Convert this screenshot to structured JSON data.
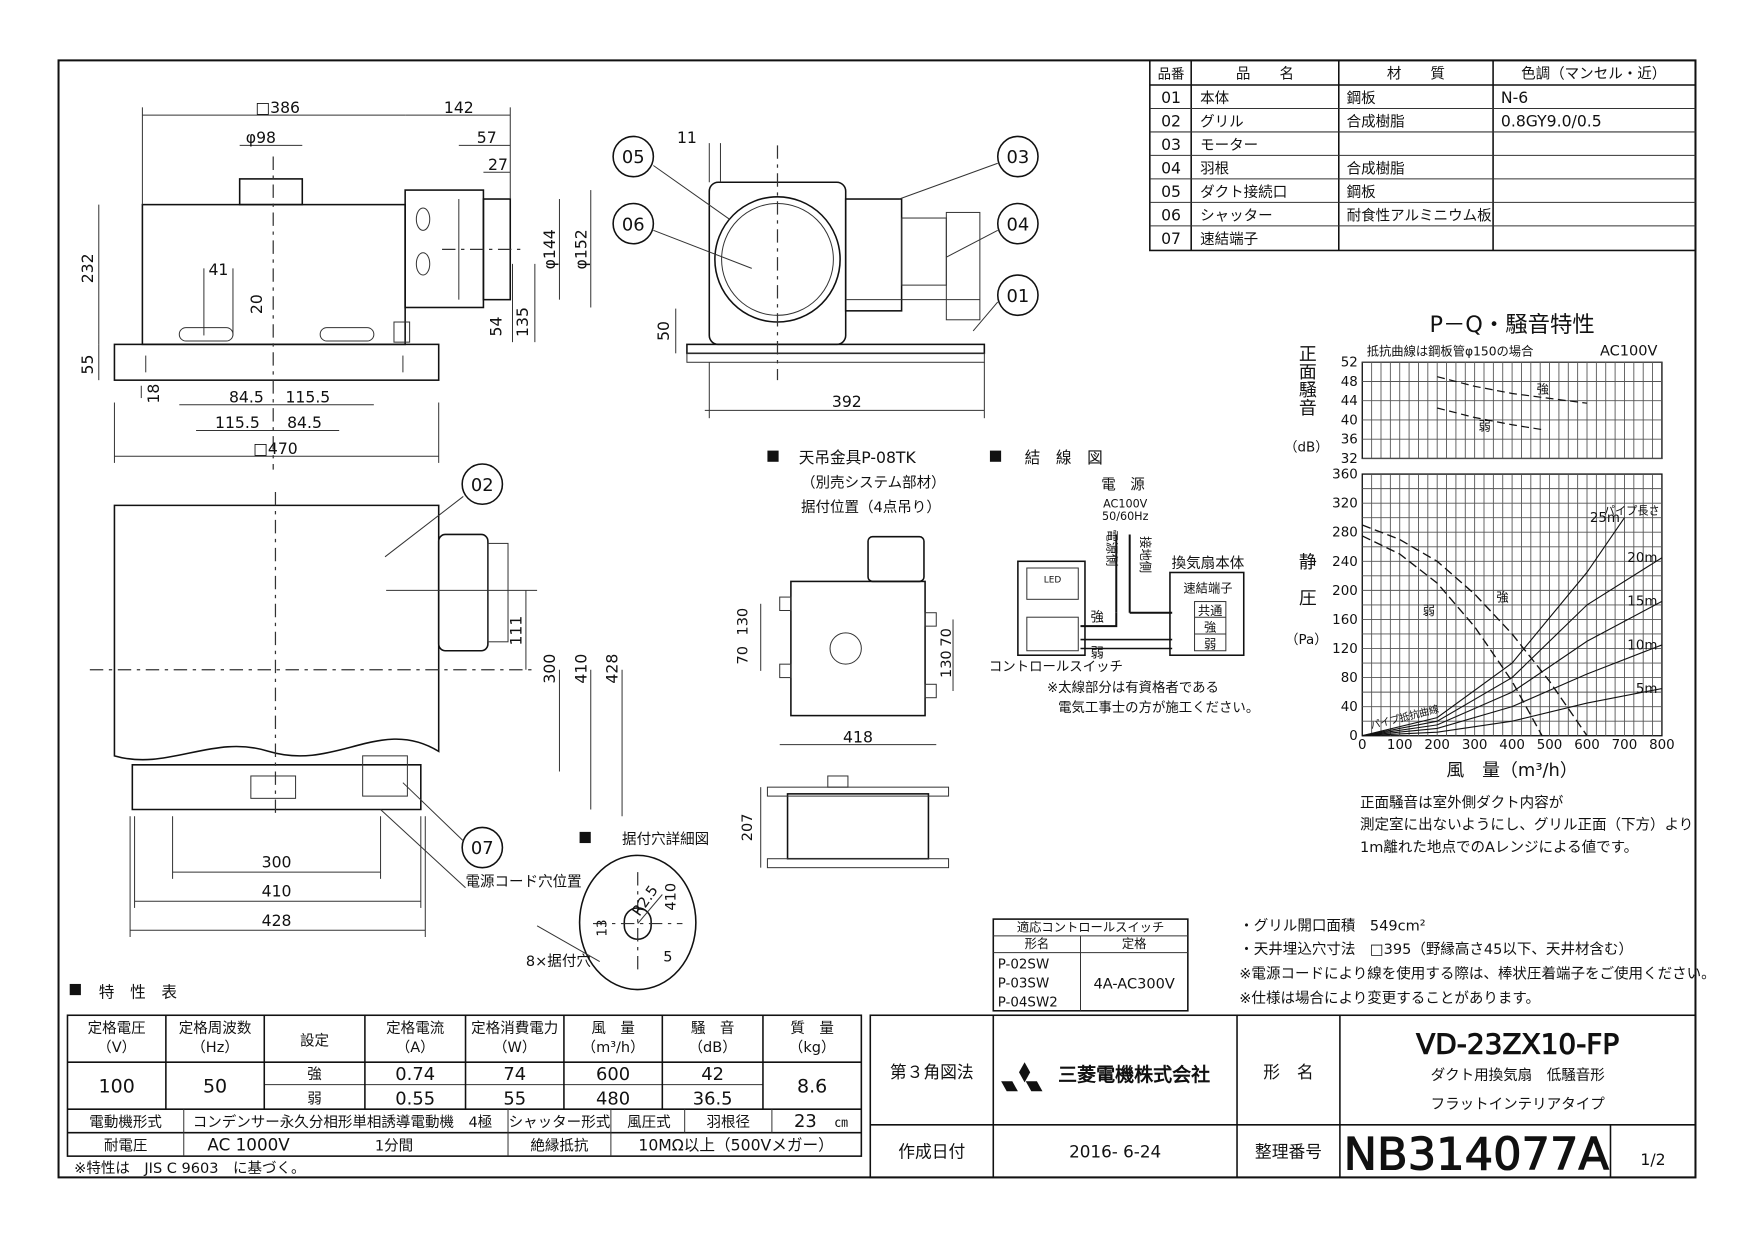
{
  "parts_table": {
    "headers": [
      "品番",
      "品　　名",
      "材　　質",
      "色調（マンセル・近）"
    ],
    "rows": [
      [
        "01",
        "本体",
        "鋼板",
        "N-6"
      ],
      [
        "02",
        "グリル",
        "合成樹脂",
        "0.8GY9.0/0.5"
      ],
      [
        "03",
        "モーター",
        "",
        ""
      ],
      [
        "04",
        "羽根",
        "合成樹脂",
        ""
      ],
      [
        "05",
        "ダクト接続口",
        "鋼板",
        ""
      ],
      [
        "06",
        "シャッター",
        "耐食性アルミニウム板",
        ""
      ],
      [
        "07",
        "速結端子",
        "",
        ""
      ]
    ]
  },
  "front_view": {
    "dims": [
      "□386",
      "142",
      "φ98",
      "57",
      "27",
      "φ144",
      "φ152",
      "232",
      "41",
      "20",
      "54",
      "135",
      "55",
      "18",
      "84.5",
      "115.5",
      "115.5",
      "84.5",
      "□470"
    ]
  },
  "side_view": {
    "callouts": [
      "05",
      "06",
      "03",
      "04",
      "01"
    ],
    "dims": [
      "11",
      "50",
      "392"
    ]
  },
  "bottom_view": {
    "callouts": [
      "02",
      "07"
    ],
    "dims": [
      "111",
      "300",
      "410",
      "428",
      "300",
      "410",
      "428"
    ],
    "cord_label": "電源コード穴位置"
  },
  "hanger": {
    "title": "天吊金具P-08TK",
    "note1": "（別売システム部材）",
    "note2": "据付位置（4点吊り）",
    "dims": [
      "70",
      "130",
      "130",
      "70",
      "418",
      "207"
    ]
  },
  "mount_hole": {
    "title": "据付穴詳細図",
    "dims": [
      "R2.5",
      "410",
      "13",
      "5"
    ],
    "label": "8×据付穴"
  },
  "wiring": {
    "title": "結　線　図",
    "power": "電　源",
    "voltage": "AC100V",
    "freq": "50/60Hz",
    "power_side": "電源側",
    "ground_side": "接地側",
    "fan_body": "換気扇本体",
    "terminal": "速結端子",
    "terminals": [
      "共通",
      "強",
      "弱"
    ],
    "led": "LED",
    "strong": "強",
    "weak": "弱",
    "switch": "コントロールスイッチ",
    "note1": "※太線部分は有資格者である",
    "note2": "電気工事士の方が施工ください。"
  },
  "pq_chart": {
    "title": "P－Q・騒音特性",
    "note_left": "抵抗曲線は鋼板管φ150の場合",
    "note_right": "AC100V",
    "noise_label": "正面騒音",
    "noise_unit": "（dB）",
    "pressure_label": "静　圧",
    "pressure_unit": "（Pa）",
    "flow_label": "風　量（m³/h）",
    "pipe_length_label": "パイプ長さ",
    "pipe_curve_label": "パイプ抵抗曲線",
    "strong_label": "強",
    "weak_label": "弱",
    "notes": [
      "正面騒音は室外側ダクト内容が",
      "測定室に出ないようにし、グリル正面（下方）より",
      "1m離れた地点でのAレンジによる値です。"
    ]
  },
  "chart_data": {
    "type": "line",
    "title": "P－Q・騒音特性",
    "xlabel": "風　量（m³/h）",
    "x_ticks": [
      0,
      100,
      200,
      300,
      400,
      500,
      600,
      700,
      800
    ],
    "xlim": [
      0,
      800
    ],
    "noise": {
      "ylabel": "正面騒音（dB）",
      "y_ticks": [
        32,
        36,
        40,
        44,
        48,
        52
      ],
      "ylim": [
        32,
        52
      ],
      "series": [
        {
          "name": "強",
          "x": [
            200,
            300,
            400,
            500,
            600
          ],
          "y": [
            49,
            47,
            45.5,
            44.5,
            43.5
          ]
        },
        {
          "name": "弱",
          "x": [
            200,
            300,
            400,
            480
          ],
          "y": [
            42.5,
            40.5,
            39,
            38
          ]
        }
      ]
    },
    "pressure": {
      "ylabel": "静　圧（Pa）",
      "y_ticks": [
        0,
        40,
        80,
        120,
        160,
        200,
        240,
        280,
        320,
        360
      ],
      "ylim": [
        0,
        360
      ],
      "series": [
        {
          "name": "強",
          "x": [
            0,
            100,
            200,
            300,
            400,
            500,
            600
          ],
          "y": [
            290,
            270,
            240,
            195,
            140,
            75,
            0
          ]
        },
        {
          "name": "弱",
          "x": [
            0,
            100,
            200,
            300,
            400,
            480
          ],
          "y": [
            275,
            250,
            210,
            150,
            75,
            0
          ]
        },
        {
          "name": "25m",
          "x": [
            0,
            200,
            400,
            600,
            700
          ],
          "y": [
            0,
            25,
            100,
            225,
            300
          ]
        },
        {
          "name": "20m",
          "x": [
            0,
            200,
            400,
            600,
            800
          ],
          "y": [
            0,
            20,
            80,
            180,
            245
          ]
        },
        {
          "name": "15m",
          "x": [
            0,
            200,
            400,
            600,
            800
          ],
          "y": [
            0,
            15,
            60,
            130,
            185
          ]
        },
        {
          "name": "10m",
          "x": [
            0,
            200,
            400,
            600,
            800
          ],
          "y": [
            0,
            10,
            40,
            85,
            125
          ]
        },
        {
          "name": "5m",
          "x": [
            0,
            200,
            400,
            600,
            800
          ],
          "y": [
            0,
            5,
            20,
            45,
            65
          ]
        }
      ]
    }
  },
  "switch_table": {
    "title": "適応コントロールスイッチ",
    "col_model": "形名",
    "col_rating": "定格",
    "models": [
      "P-02SW",
      "P-03SW",
      "P-04SW2"
    ],
    "rating": "4A-AC300V"
  },
  "notes": [
    "・グリル開口面積　549cm²",
    "・天井埋込穴寸法　□395（野縁高さ45以下、天井材含む）",
    "※電源コードにより線を使用する際は、棒状圧着端子をご使用ください。",
    "※仕様は場合により変更することがあります。"
  ],
  "spec": {
    "section_title": "特　性　表",
    "headers": [
      "定格電圧\n（V）",
      "定格周波数\n（Hz）",
      "設定",
      "定格電流\n（A）",
      "定格消費電力\n（W）",
      "風　量\n（m³/h）",
      "騒　音\n（dB）",
      "質　量\n（kg）"
    ],
    "voltage": "100",
    "frequency": "50",
    "rows": [
      {
        "setting": "強",
        "current": "0.74",
        "power": "74",
        "flow": "600",
        "noise": "42"
      },
      {
        "setting": "弱",
        "current": "0.55",
        "power": "55",
        "flow": "480",
        "noise": "36.5"
      }
    ],
    "mass": "8.6",
    "motor_label": "電動機形式",
    "motor_value": "コンデンサー永久分相形単相誘導電動機　4極",
    "shutter_label": "シャッター形式",
    "shutter_value": "風圧式",
    "blade_label": "羽根径",
    "blade_value": "23",
    "blade_unit": "㎝",
    "withstand_label": "耐電圧",
    "withstand_value": "AC 1000V",
    "withstand_time": "1分間",
    "insulation_label": "絶縁抵抗",
    "insulation_value": "10MΩ以上（500Vメガー）",
    "footnote": "※特性は　JIS C 9603　に基づく。"
  },
  "title_block": {
    "projection": "第３角図法",
    "company": "三菱電機株式会社",
    "model_label": "形　名",
    "model": "VD-23ZX10-FP",
    "desc1": "ダクト用換気扇　低騒音形",
    "desc2": "フラットインテリアタイプ",
    "date_label": "作成日付",
    "date": "2016- 6-24",
    "number_label": "整理番号",
    "number": "NB314077A",
    "page": "1/2"
  }
}
